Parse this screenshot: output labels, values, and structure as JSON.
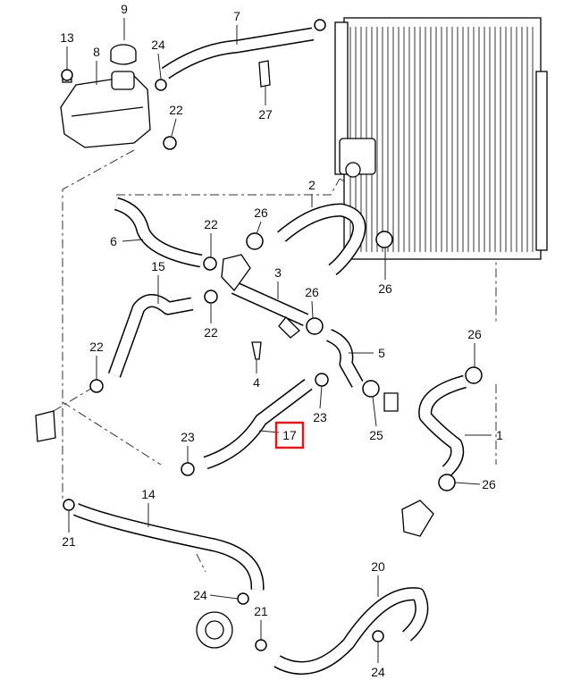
{
  "diagram": {
    "callouts": [
      "9",
      "7",
      "13",
      "8",
      "24",
      "22",
      "27",
      "2",
      "26",
      "22",
      "6",
      "15",
      "3",
      "26",
      "26",
      "22",
      "22",
      "5",
      "26",
      "4",
      "23",
      "17",
      "23",
      "25",
      "1",
      "26",
      "14",
      "21",
      "20",
      "24",
      "21",
      "24"
    ],
    "highlighted_callout": "17",
    "highlight_color": "#e0191f"
  }
}
